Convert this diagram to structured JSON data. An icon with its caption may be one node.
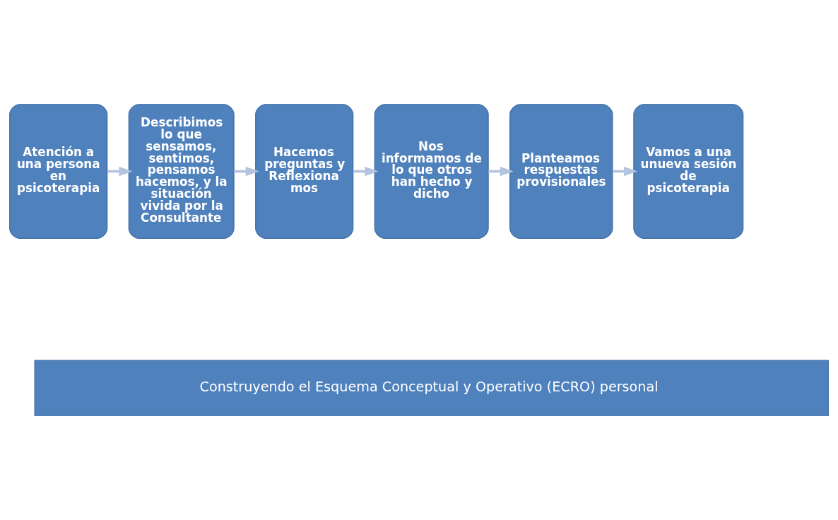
{
  "diagram": {
    "nodes": [
      {
        "text": [
          "Atención a una persona en psicoterapia"
        ]
      },
      {
        "text": [
          "Describimos lo que sensamos, sentimos, pensamos hacemos, y la situación vivida por la Consultante"
        ]
      },
      {
        "text": [
          "Hacemos preguntas y Reflexiona mos"
        ]
      },
      {
        "text": [
          "Nos informamos de lo que otros han hecho y dicho"
        ]
      },
      {
        "text": [
          "Planteamos respuestas provisionales"
        ]
      },
      {
        "text": [
          "Vamos a una unueva sesión de psicoterapia"
        ]
      },
      {
        "text": [
          "Construyendo el Esquema Conceptual y Operativo (ECRO) personal"
        ]
      }
    ],
    "edges": [
      {
        "from": 0,
        "to": 1,
        "arrow": "to"
      },
      {
        "from": 1,
        "to": 2,
        "arrow": "to"
      },
      {
        "from": 2,
        "to": 3,
        "arrow": "to"
      },
      {
        "from": 3,
        "to": 4,
        "arrow": "to"
      },
      {
        "from": 4,
        "to": 5,
        "arrow": "to"
      }
    ]
  }
}
